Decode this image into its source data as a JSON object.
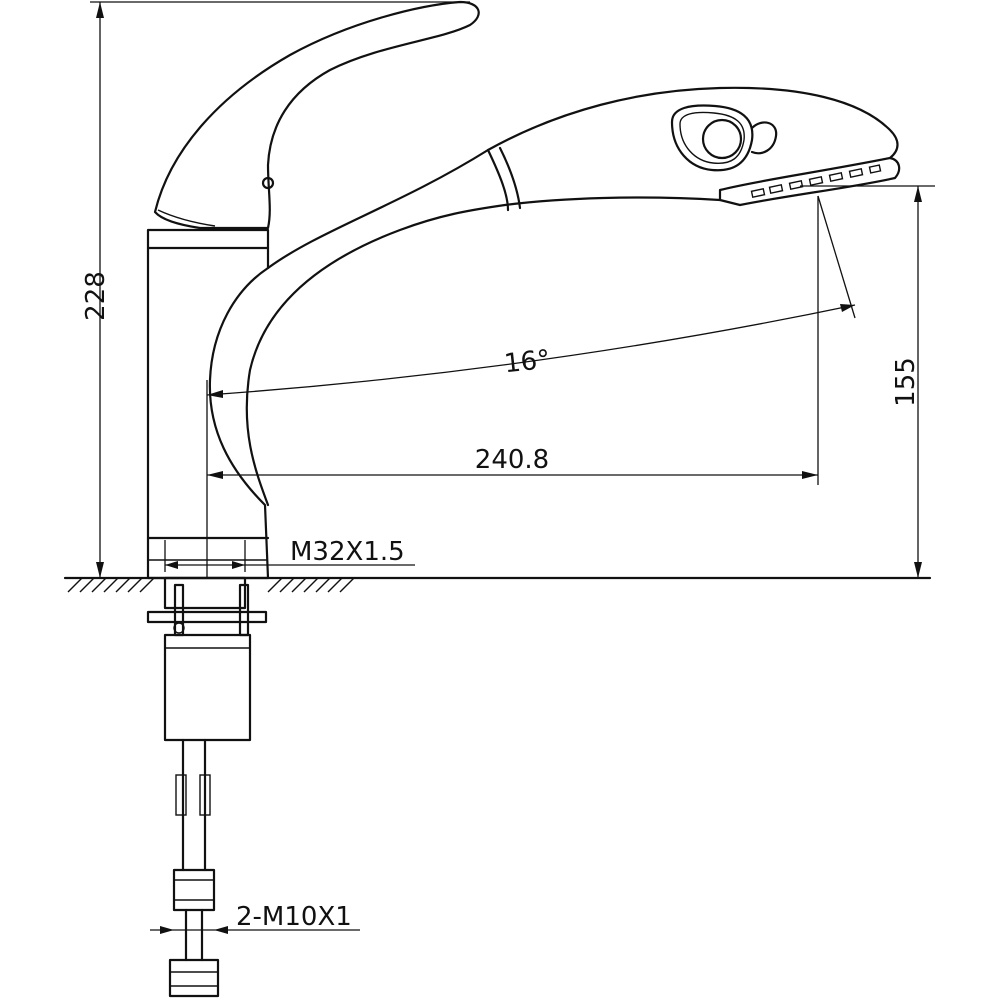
{
  "dimensions": {
    "total_height": "228",
    "spout_height": "155",
    "spout_reach": "240.8",
    "swivel_angle": "16°",
    "mount_thread": "M32X1.5",
    "hose_thread": "2-M10X1"
  },
  "colors": {
    "line": "#111111",
    "background": "#ffffff"
  }
}
